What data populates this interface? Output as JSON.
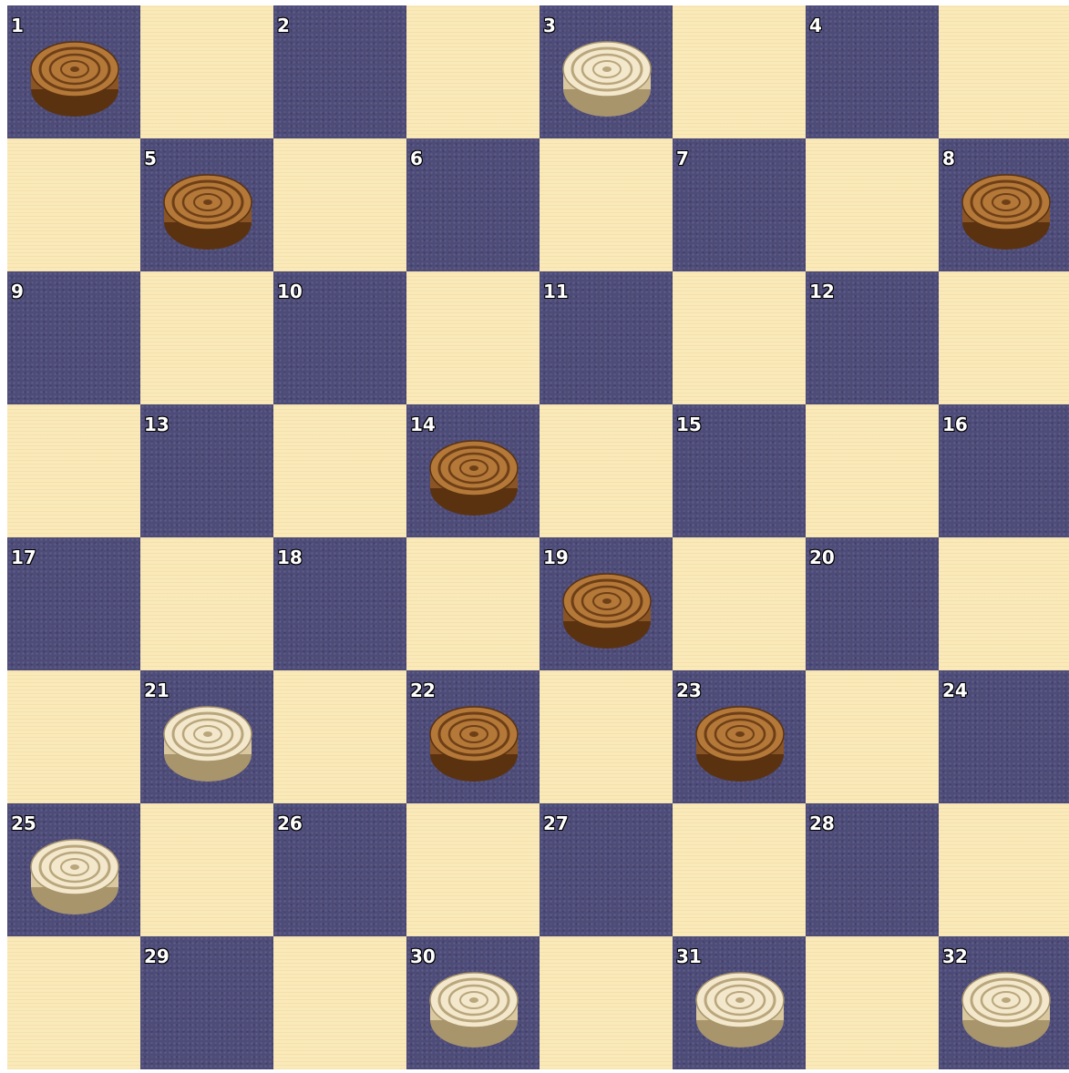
{
  "board": {
    "size": 8,
    "colors": {
      "light": "#fbeab9",
      "dark": "#4d4b78"
    },
    "squares": [
      {
        "num": "1",
        "piece": "dark-checker"
      },
      {
        "num": "2",
        "piece": null
      },
      {
        "num": "3",
        "piece": "light-checker"
      },
      {
        "num": "4",
        "piece": null
      },
      {
        "num": "5",
        "piece": "dark-checker"
      },
      {
        "num": "6",
        "piece": null
      },
      {
        "num": "7",
        "piece": null
      },
      {
        "num": "8",
        "piece": "dark-checker"
      },
      {
        "num": "9",
        "piece": null
      },
      {
        "num": "10",
        "piece": null
      },
      {
        "num": "11",
        "piece": null
      },
      {
        "num": "12",
        "piece": null
      },
      {
        "num": "13",
        "piece": null
      },
      {
        "num": "14",
        "piece": "dark-checker"
      },
      {
        "num": "15",
        "piece": null
      },
      {
        "num": "16",
        "piece": null
      },
      {
        "num": "17",
        "piece": null
      },
      {
        "num": "18",
        "piece": null
      },
      {
        "num": "19",
        "piece": "dark-checker"
      },
      {
        "num": "20",
        "piece": null
      },
      {
        "num": "21",
        "piece": "light-checker"
      },
      {
        "num": "22",
        "piece": "dark-checker"
      },
      {
        "num": "23",
        "piece": "dark-checker"
      },
      {
        "num": "24",
        "piece": null
      },
      {
        "num": "25",
        "piece": "light-checker"
      },
      {
        "num": "26",
        "piece": null
      },
      {
        "num": "27",
        "piece": null
      },
      {
        "num": "28",
        "piece": null
      },
      {
        "num": "29",
        "piece": null
      },
      {
        "num": "30",
        "piece": "light-checker"
      },
      {
        "num": "31",
        "piece": "light-checker"
      },
      {
        "num": "32",
        "piece": "light-checker"
      }
    ]
  },
  "pieces": {
    "dark-checker": {
      "rim": "#8a5424",
      "face": "#b47838",
      "ring": "#6e3f17",
      "edge": "#5a3210"
    },
    "light-checker": {
      "rim": "#d9c8a0",
      "face": "#f3e8cc",
      "ring": "#b9a67c",
      "edge": "#a8956c"
    }
  }
}
